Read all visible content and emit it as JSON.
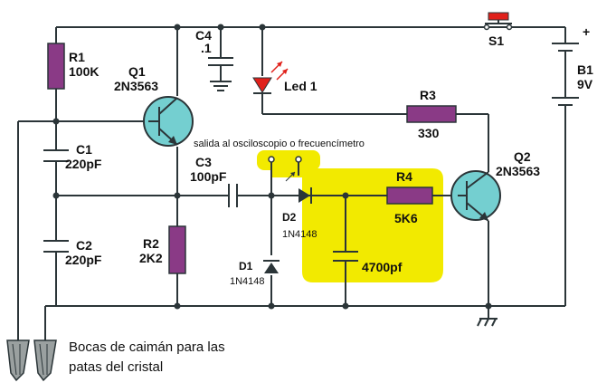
{
  "colors": {
    "highlight": "#f2ea00",
    "resistor": "#8a3a86",
    "transistor": "#74cfd0",
    "led": "#e0201a",
    "wire": "#2b3538"
  },
  "components": {
    "r1": {
      "name": "R1",
      "value": "100K"
    },
    "r2": {
      "name": "R2",
      "value": "2K2"
    },
    "r3": {
      "name": "R3",
      "value": "330"
    },
    "r4": {
      "name": "R4",
      "value": "5K6"
    },
    "c1": {
      "name": "C1",
      "value": "220pF"
    },
    "c2": {
      "name": "C2",
      "value": "220pF"
    },
    "c3": {
      "name": "C3",
      "value": "100pF"
    },
    "c4": {
      "name": "C4",
      "value": ".1"
    },
    "c5": {
      "value": "4700pf"
    },
    "q1": {
      "name": "Q1",
      "value": "2N3563"
    },
    "q2": {
      "name": "Q2",
      "value": "2N3563"
    },
    "d1": {
      "name": "D1",
      "value": "1N4148"
    },
    "d2": {
      "name": "D2",
      "value": "1N4148"
    },
    "led": {
      "name": "Led 1"
    },
    "s1": {
      "name": "S1"
    },
    "b1": {
      "name": "B1",
      "value": "9V",
      "polarity": "+"
    }
  },
  "notes": {
    "output": "salida al osciloscopio o frecuencímetro",
    "clips_line1": "Bocas de caimán para las",
    "clips_line2": "patas del cristal"
  }
}
